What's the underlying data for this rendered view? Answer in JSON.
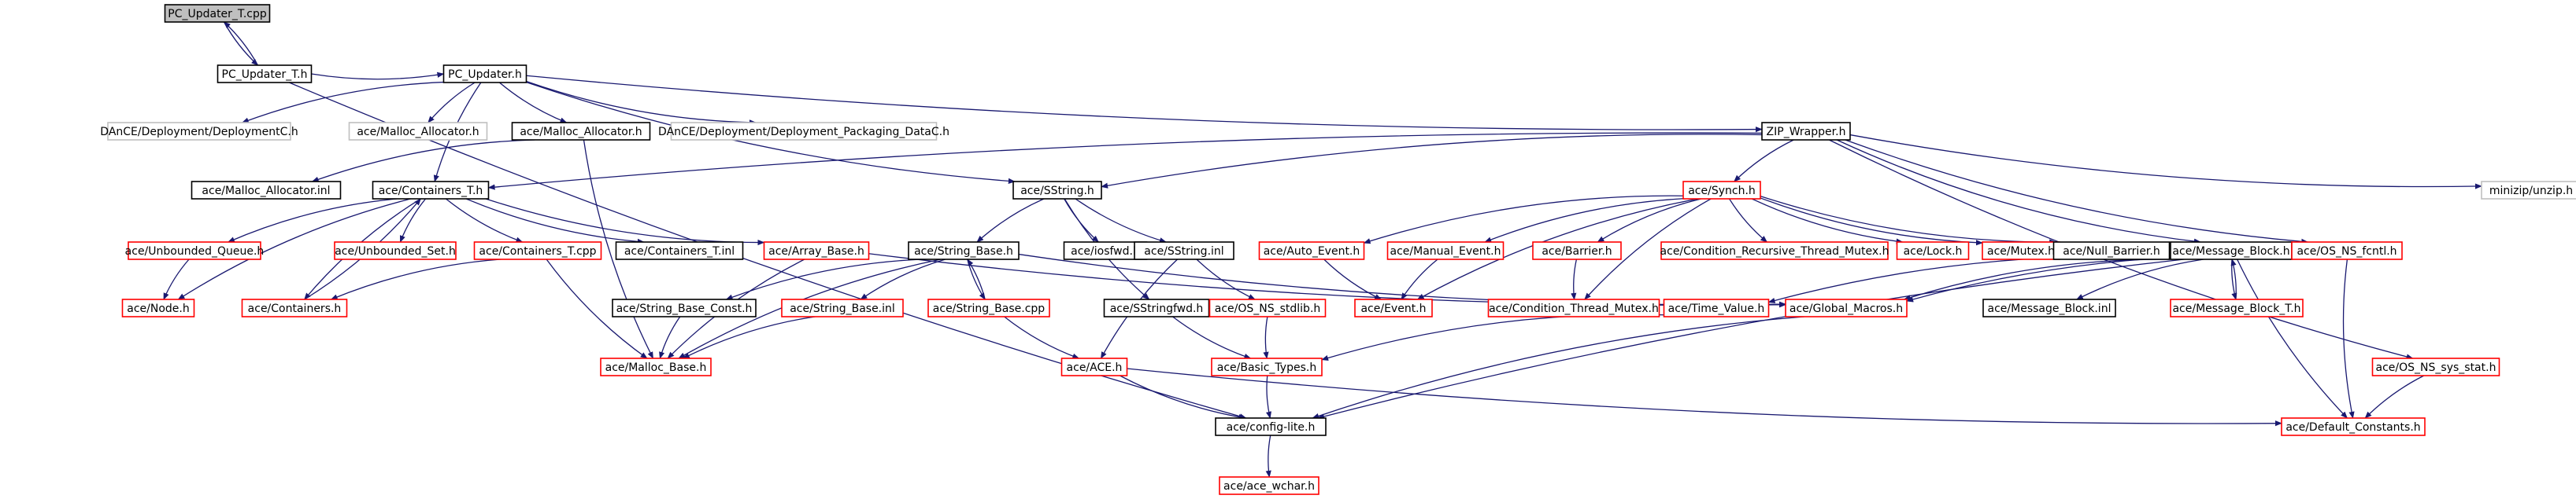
{
  "nodes": [
    {
      "id": "pc_updater_t_cpp",
      "label": "PC_Updater_T.cpp",
      "style": "root"
    },
    {
      "id": "pc_updater_t_h",
      "label": "PC_Updater_T.h",
      "style": "black"
    },
    {
      "id": "pc_updater_h",
      "label": "PC_Updater.h",
      "style": "black"
    },
    {
      "id": "deploymentc_h",
      "label": "DAnCE/Deployment/DeploymentC.h",
      "style": "gray"
    },
    {
      "id": "malloc_allocator_h_gray",
      "label": "ace/Malloc_Allocator.h",
      "style": "gray"
    },
    {
      "id": "malloc_allocator_h",
      "label": "ace/Malloc_Allocator.h",
      "style": "black"
    },
    {
      "id": "deployment_packaging_datac_h",
      "label": "DAnCE/Deployment/Deployment_Packaging_DataC.h",
      "style": "gray"
    },
    {
      "id": "zip_wrapper_h",
      "label": "ZIP_Wrapper.h",
      "style": "black"
    },
    {
      "id": "malloc_allocator_inl",
      "label": "ace/Malloc_Allocator.inl",
      "style": "black"
    },
    {
      "id": "containers_t_h",
      "label": "ace/Containers_T.h",
      "style": "black"
    },
    {
      "id": "sstring_h",
      "label": "ace/SString.h",
      "style": "black"
    },
    {
      "id": "synch_h",
      "label": "ace/Synch.h",
      "style": "red"
    },
    {
      "id": "minizip_unzip_h",
      "label": "minizip/unzip.h",
      "style": "gray"
    },
    {
      "id": "unbounded_queue_h",
      "label": "ace/Unbounded_Queue.h",
      "style": "red"
    },
    {
      "id": "unbounded_set_h",
      "label": "ace/Unbounded_Set.h",
      "style": "red"
    },
    {
      "id": "containers_t_cpp",
      "label": "ace/Containers_T.cpp",
      "style": "red"
    },
    {
      "id": "containers_t_inl",
      "label": "ace/Containers_T.inl",
      "style": "black"
    },
    {
      "id": "array_base_h",
      "label": "ace/Array_Base.h",
      "style": "red"
    },
    {
      "id": "string_base_h",
      "label": "ace/String_Base.h",
      "style": "black"
    },
    {
      "id": "iosfwd_h",
      "label": "ace/iosfwd.h",
      "style": "black"
    },
    {
      "id": "sstring_inl",
      "label": "ace/SString.inl",
      "style": "black"
    },
    {
      "id": "auto_event_h",
      "label": "ace/Auto_Event.h",
      "style": "red"
    },
    {
      "id": "manual_event_h",
      "label": "ace/Manual_Event.h",
      "style": "red"
    },
    {
      "id": "barrier_h",
      "label": "ace/Barrier.h",
      "style": "red"
    },
    {
      "id": "condition_recursive_thread_mutex_h",
      "label": "ace/Condition_Recursive_Thread_Mutex.h",
      "style": "red"
    },
    {
      "id": "lock_h",
      "label": "ace/Lock.h",
      "style": "red"
    },
    {
      "id": "mutex_h",
      "label": "ace/Mutex.h",
      "style": "red"
    },
    {
      "id": "null_barrier_h",
      "label": "ace/Null_Barrier.h",
      "style": "black"
    },
    {
      "id": "message_block_h",
      "label": "ace/Message_Block.h",
      "style": "black"
    },
    {
      "id": "os_ns_fcntl_h",
      "label": "ace/OS_NS_fcntl.h",
      "style": "red"
    },
    {
      "id": "node_h",
      "label": "ace/Node.h",
      "style": "red"
    },
    {
      "id": "containers_h",
      "label": "ace/Containers.h",
      "style": "red"
    },
    {
      "id": "string_base_const_h",
      "label": "ace/String_Base_Const.h",
      "style": "black"
    },
    {
      "id": "string_base_inl",
      "label": "ace/String_Base.inl",
      "style": "red"
    },
    {
      "id": "string_base_cpp",
      "label": "ace/String_Base.cpp",
      "style": "red"
    },
    {
      "id": "sstringfwd_h",
      "label": "ace/SStringfwd.h",
      "style": "black"
    },
    {
      "id": "os_ns_stdlib_h",
      "label": "ace/OS_NS_stdlib.h",
      "style": "red"
    },
    {
      "id": "event_h",
      "label": "ace/Event.h",
      "style": "red"
    },
    {
      "id": "condition_thread_mutex_h",
      "label": "ace/Condition_Thread_Mutex.h",
      "style": "red"
    },
    {
      "id": "time_value_h",
      "label": "ace/Time_Value.h",
      "style": "red"
    },
    {
      "id": "global_macros_h",
      "label": "ace/Global_Macros.h",
      "style": "red"
    },
    {
      "id": "message_block_inl",
      "label": "ace/Message_Block.inl",
      "style": "black"
    },
    {
      "id": "message_block_t_h",
      "label": "ace/Message_Block_T.h",
      "style": "red"
    },
    {
      "id": "malloc_base_h",
      "label": "ace/Malloc_Base.h",
      "style": "red"
    },
    {
      "id": "ace_h",
      "label": "ace/ACE.h",
      "style": "red"
    },
    {
      "id": "basic_types_h",
      "label": "ace/Basic_Types.h",
      "style": "red"
    },
    {
      "id": "os_ns_sys_stat_h",
      "label": "ace/OS_NS_sys_stat.h",
      "style": "red"
    },
    {
      "id": "config_lite_h",
      "label": "ace/config-lite.h",
      "style": "black"
    },
    {
      "id": "default_constants_h",
      "label": "ace/Default_Constants.h",
      "style": "red"
    },
    {
      "id": "ace_wchar_h",
      "label": "ace/ace_wchar.h",
      "style": "red"
    }
  ],
  "edges": [
    [
      "pc_updater_t_cpp",
      "pc_updater_t_h"
    ],
    [
      "pc_updater_t_h",
      "pc_updater_t_cpp"
    ],
    [
      "pc_updater_t_h",
      "pc_updater_h"
    ],
    [
      "pc_updater_t_h",
      "config_lite_h"
    ],
    [
      "pc_updater_h",
      "deploymentc_h"
    ],
    [
      "pc_updater_h",
      "malloc_allocator_h_gray"
    ],
    [
      "pc_updater_h",
      "malloc_allocator_h"
    ],
    [
      "pc_updater_h",
      "deployment_packaging_datac_h"
    ],
    [
      "pc_updater_h",
      "zip_wrapper_h"
    ],
    [
      "pc_updater_h",
      "containers_t_h"
    ],
    [
      "pc_updater_h",
      "sstring_h"
    ],
    [
      "malloc_allocator_h",
      "malloc_allocator_inl"
    ],
    [
      "malloc_allocator_h",
      "malloc_base_h"
    ],
    [
      "zip_wrapper_h",
      "containers_t_h"
    ],
    [
      "zip_wrapper_h",
      "sstring_h"
    ],
    [
      "zip_wrapper_h",
      "synch_h"
    ],
    [
      "zip_wrapper_h",
      "minizip_unzip_h"
    ],
    [
      "zip_wrapper_h",
      "message_block_h"
    ],
    [
      "zip_wrapper_h",
      "os_ns_fcntl_h"
    ],
    [
      "zip_wrapper_h",
      "os_ns_sys_stat_h"
    ],
    [
      "containers_t_h",
      "unbounded_queue_h"
    ],
    [
      "containers_t_h",
      "unbounded_set_h"
    ],
    [
      "containers_t_h",
      "containers_t_cpp"
    ],
    [
      "containers_t_h",
      "containers_t_inl"
    ],
    [
      "containers_t_h",
      "array_base_h"
    ],
    [
      "containers_t_h",
      "node_h"
    ],
    [
      "containers_t_h",
      "containers_h"
    ],
    [
      "containers_h",
      "containers_t_h"
    ],
    [
      "containers_t_cpp",
      "containers_h"
    ],
    [
      "containers_t_cpp",
      "malloc_base_h"
    ],
    [
      "unbounded_queue_h",
      "node_h"
    ],
    [
      "array_base_h",
      "malloc_base_h"
    ],
    [
      "array_base_h",
      "global_macros_h"
    ],
    [
      "sstring_h",
      "string_base_h"
    ],
    [
      "sstring_h",
      "iosfwd_h"
    ],
    [
      "sstring_h",
      "sstring_inl"
    ],
    [
      "sstring_h",
      "sstringfwd_h"
    ],
    [
      "string_base_h",
      "string_base_const_h"
    ],
    [
      "string_base_h",
      "string_base_inl"
    ],
    [
      "string_base_h",
      "string_base_cpp"
    ],
    [
      "string_base_h",
      "malloc_base_h"
    ],
    [
      "string_base_h",
      "global_macros_h"
    ],
    [
      "string_base_cpp",
      "string_base_h"
    ],
    [
      "string_base_cpp",
      "ace_h"
    ],
    [
      "string_base_const_h",
      "malloc_base_h"
    ],
    [
      "string_base_inl",
      "malloc_base_h"
    ],
    [
      "sstring_inl",
      "os_ns_stdlib_h"
    ],
    [
      "sstring_inl",
      "ace_h"
    ],
    [
      "sstringfwd_h",
      "basic_types_h"
    ],
    [
      "os_ns_stdlib_h",
      "basic_types_h"
    ],
    [
      "synch_h",
      "auto_event_h"
    ],
    [
      "synch_h",
      "manual_event_h"
    ],
    [
      "synch_h",
      "barrier_h"
    ],
    [
      "synch_h",
      "condition_recursive_thread_mutex_h"
    ],
    [
      "synch_h",
      "lock_h"
    ],
    [
      "synch_h",
      "mutex_h"
    ],
    [
      "synch_h",
      "null_barrier_h"
    ],
    [
      "synch_h",
      "event_h"
    ],
    [
      "synch_h",
      "condition_thread_mutex_h"
    ],
    [
      "auto_event_h",
      "event_h"
    ],
    [
      "manual_event_h",
      "event_h"
    ],
    [
      "barrier_h",
      "condition_thread_mutex_h"
    ],
    [
      "message_block_h",
      "time_value_h"
    ],
    [
      "message_block_h",
      "global_macros_h"
    ],
    [
      "message_block_h",
      "message_block_inl"
    ],
    [
      "message_block_h",
      "message_block_t_h"
    ],
    [
      "message_block_h",
      "default_constants_h"
    ],
    [
      "message_block_h",
      "config_lite_h"
    ],
    [
      "message_block_t_h",
      "message_block_h"
    ],
    [
      "os_ns_fcntl_h",
      "global_macros_h"
    ],
    [
      "os_ns_fcntl_h",
      "default_constants_h"
    ],
    [
      "os_ns_sys_stat_h",
      "default_constants_h"
    ],
    [
      "time_value_h",
      "basic_types_h"
    ],
    [
      "global_macros_h",
      "config_lite_h"
    ],
    [
      "ace_h",
      "config_lite_h"
    ],
    [
      "ace_h",
      "default_constants_h"
    ],
    [
      "basic_types_h",
      "config_lite_h"
    ],
    [
      "config_lite_h",
      "ace_wchar_h"
    ]
  ]
}
